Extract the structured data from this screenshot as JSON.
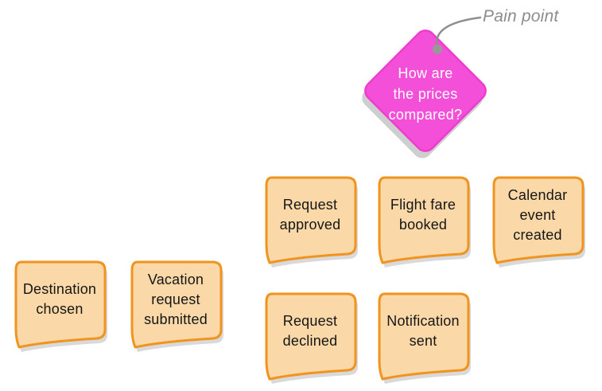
{
  "board": {
    "background": "#ffffff",
    "type": "event-storming sticky-note diagram"
  },
  "annotation": {
    "label": "Pain point",
    "color": "#8c8c8c"
  },
  "pain_point_note": {
    "label": "How are\nthe prices\ncompared?",
    "fill": "#f44fd8",
    "border": "#ee3cce",
    "text_color": "#ffffff",
    "shape": "diamond"
  },
  "sticky_note_style": {
    "fill": "#fad8a8",
    "border": "#f0931f",
    "text_color": "#161616",
    "shadow": "#d2d2d2"
  },
  "notes": [
    {
      "id": "destination-chosen",
      "label": "Destination\nchosen"
    },
    {
      "id": "vacation-request-submitted",
      "label": "Vacation\nrequest\nsubmitted"
    },
    {
      "id": "request-approved",
      "label": "Request\napproved"
    },
    {
      "id": "flight-fare-booked",
      "label": "Flight fare\nbooked"
    },
    {
      "id": "calendar-event-created",
      "label": "Calendar\nevent\ncreated"
    },
    {
      "id": "request-declined",
      "label": "Request\ndeclined"
    },
    {
      "id": "notification-sent",
      "label": "Notification\nsent"
    }
  ]
}
